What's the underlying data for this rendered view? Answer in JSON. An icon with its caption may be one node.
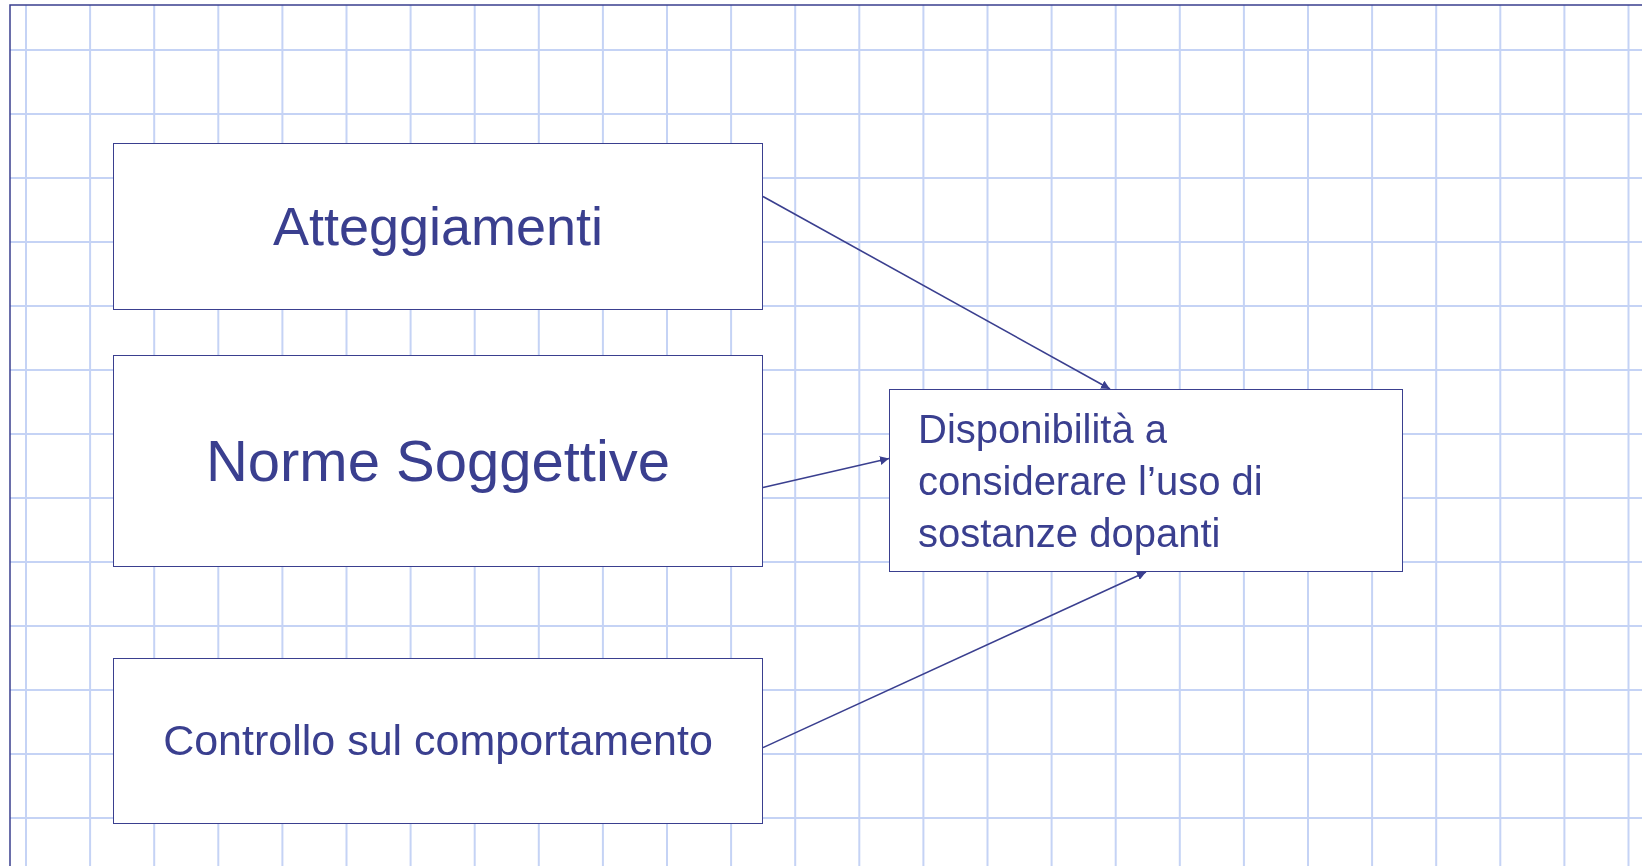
{
  "diagram": {
    "nodes": [
      {
        "text": [
          "Atteggiamenti"
        ]
      },
      {
        "text": [
          "Norme Soggettive"
        ]
      },
      {
        "text": [
          "Controllo sul comportamento"
        ]
      },
      {
        "text": [
          "Disponibilità a considerare l’uso di sostanze dopanti"
        ]
      }
    ],
    "edges": [
      {
        "from": 0,
        "to": 3,
        "arrow": "to"
      },
      {
        "from": 1,
        "to": 3,
        "arrow": "to"
      },
      {
        "from": 2,
        "to": 3,
        "arrow": "to"
      }
    ]
  }
}
